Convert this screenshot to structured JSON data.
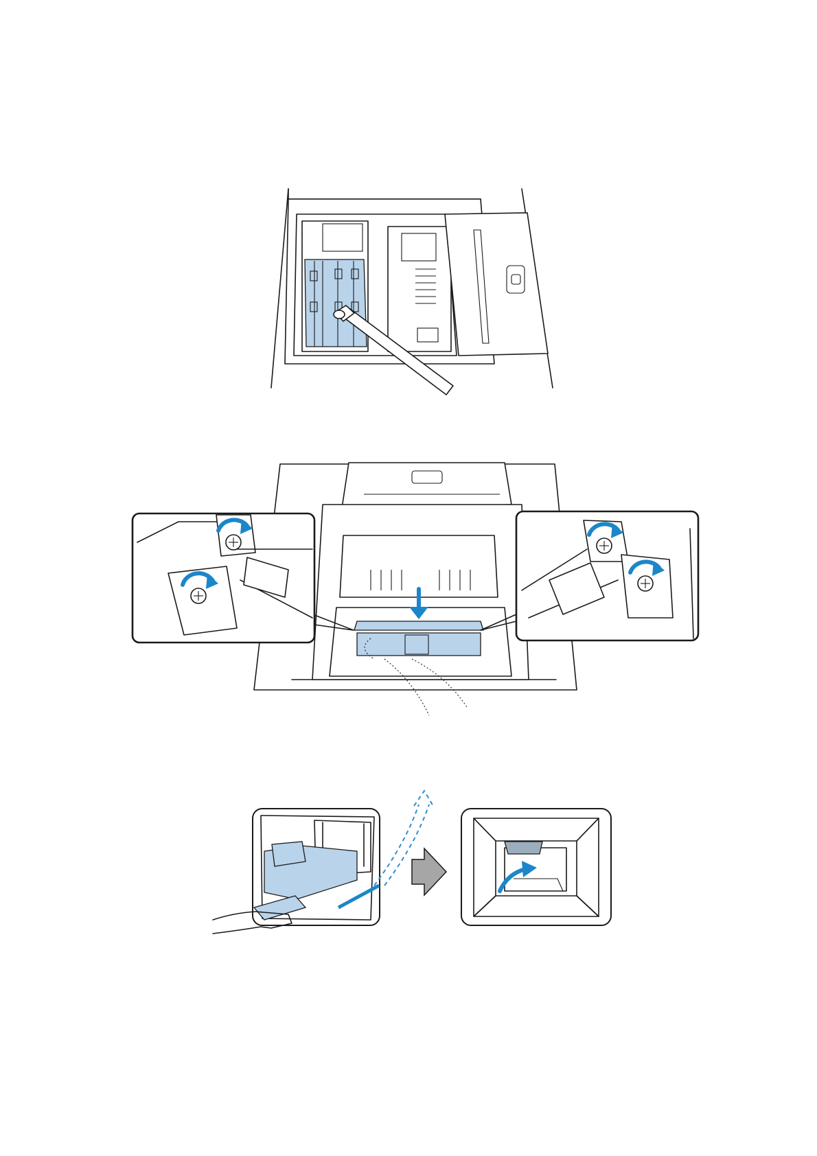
{
  "document": {
    "figures": [
      {
        "id": "fig-1",
        "icon": "printer-interior-cleaning-stick-illustration"
      },
      {
        "id": "fig-2",
        "icon": "cutter-unit-screws-illustration"
      },
      {
        "id": "fig-3",
        "icon": "maintenance-box-insertion-illustration"
      }
    ],
    "colors": {
      "accent_blue": "#1c86c9",
      "highlight_blue": "#b9d3ea",
      "line": "#1a1a1a",
      "gray_arrow": "#a6a6a6"
    }
  }
}
